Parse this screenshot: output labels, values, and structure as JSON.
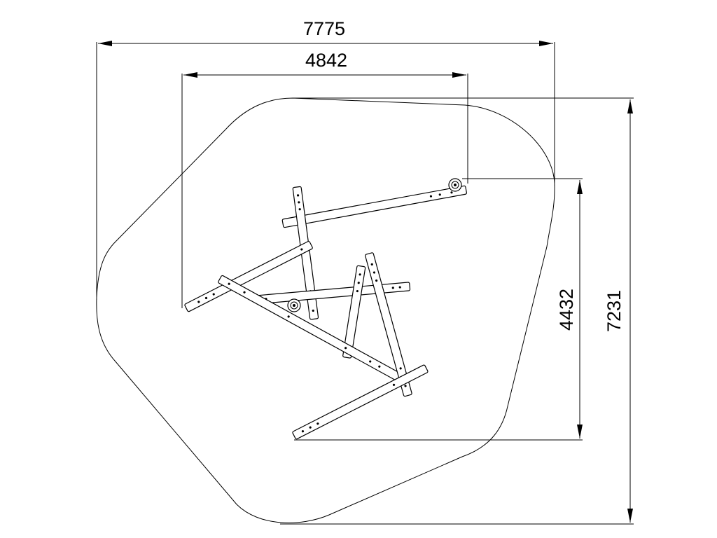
{
  "drawing": {
    "dimensions": {
      "overall_width": "7775",
      "frame_width": "4842",
      "frame_depth": "4432",
      "overall_depth": "7231"
    },
    "colors": {
      "line": "#000000",
      "background": "#ffffff"
    }
  }
}
